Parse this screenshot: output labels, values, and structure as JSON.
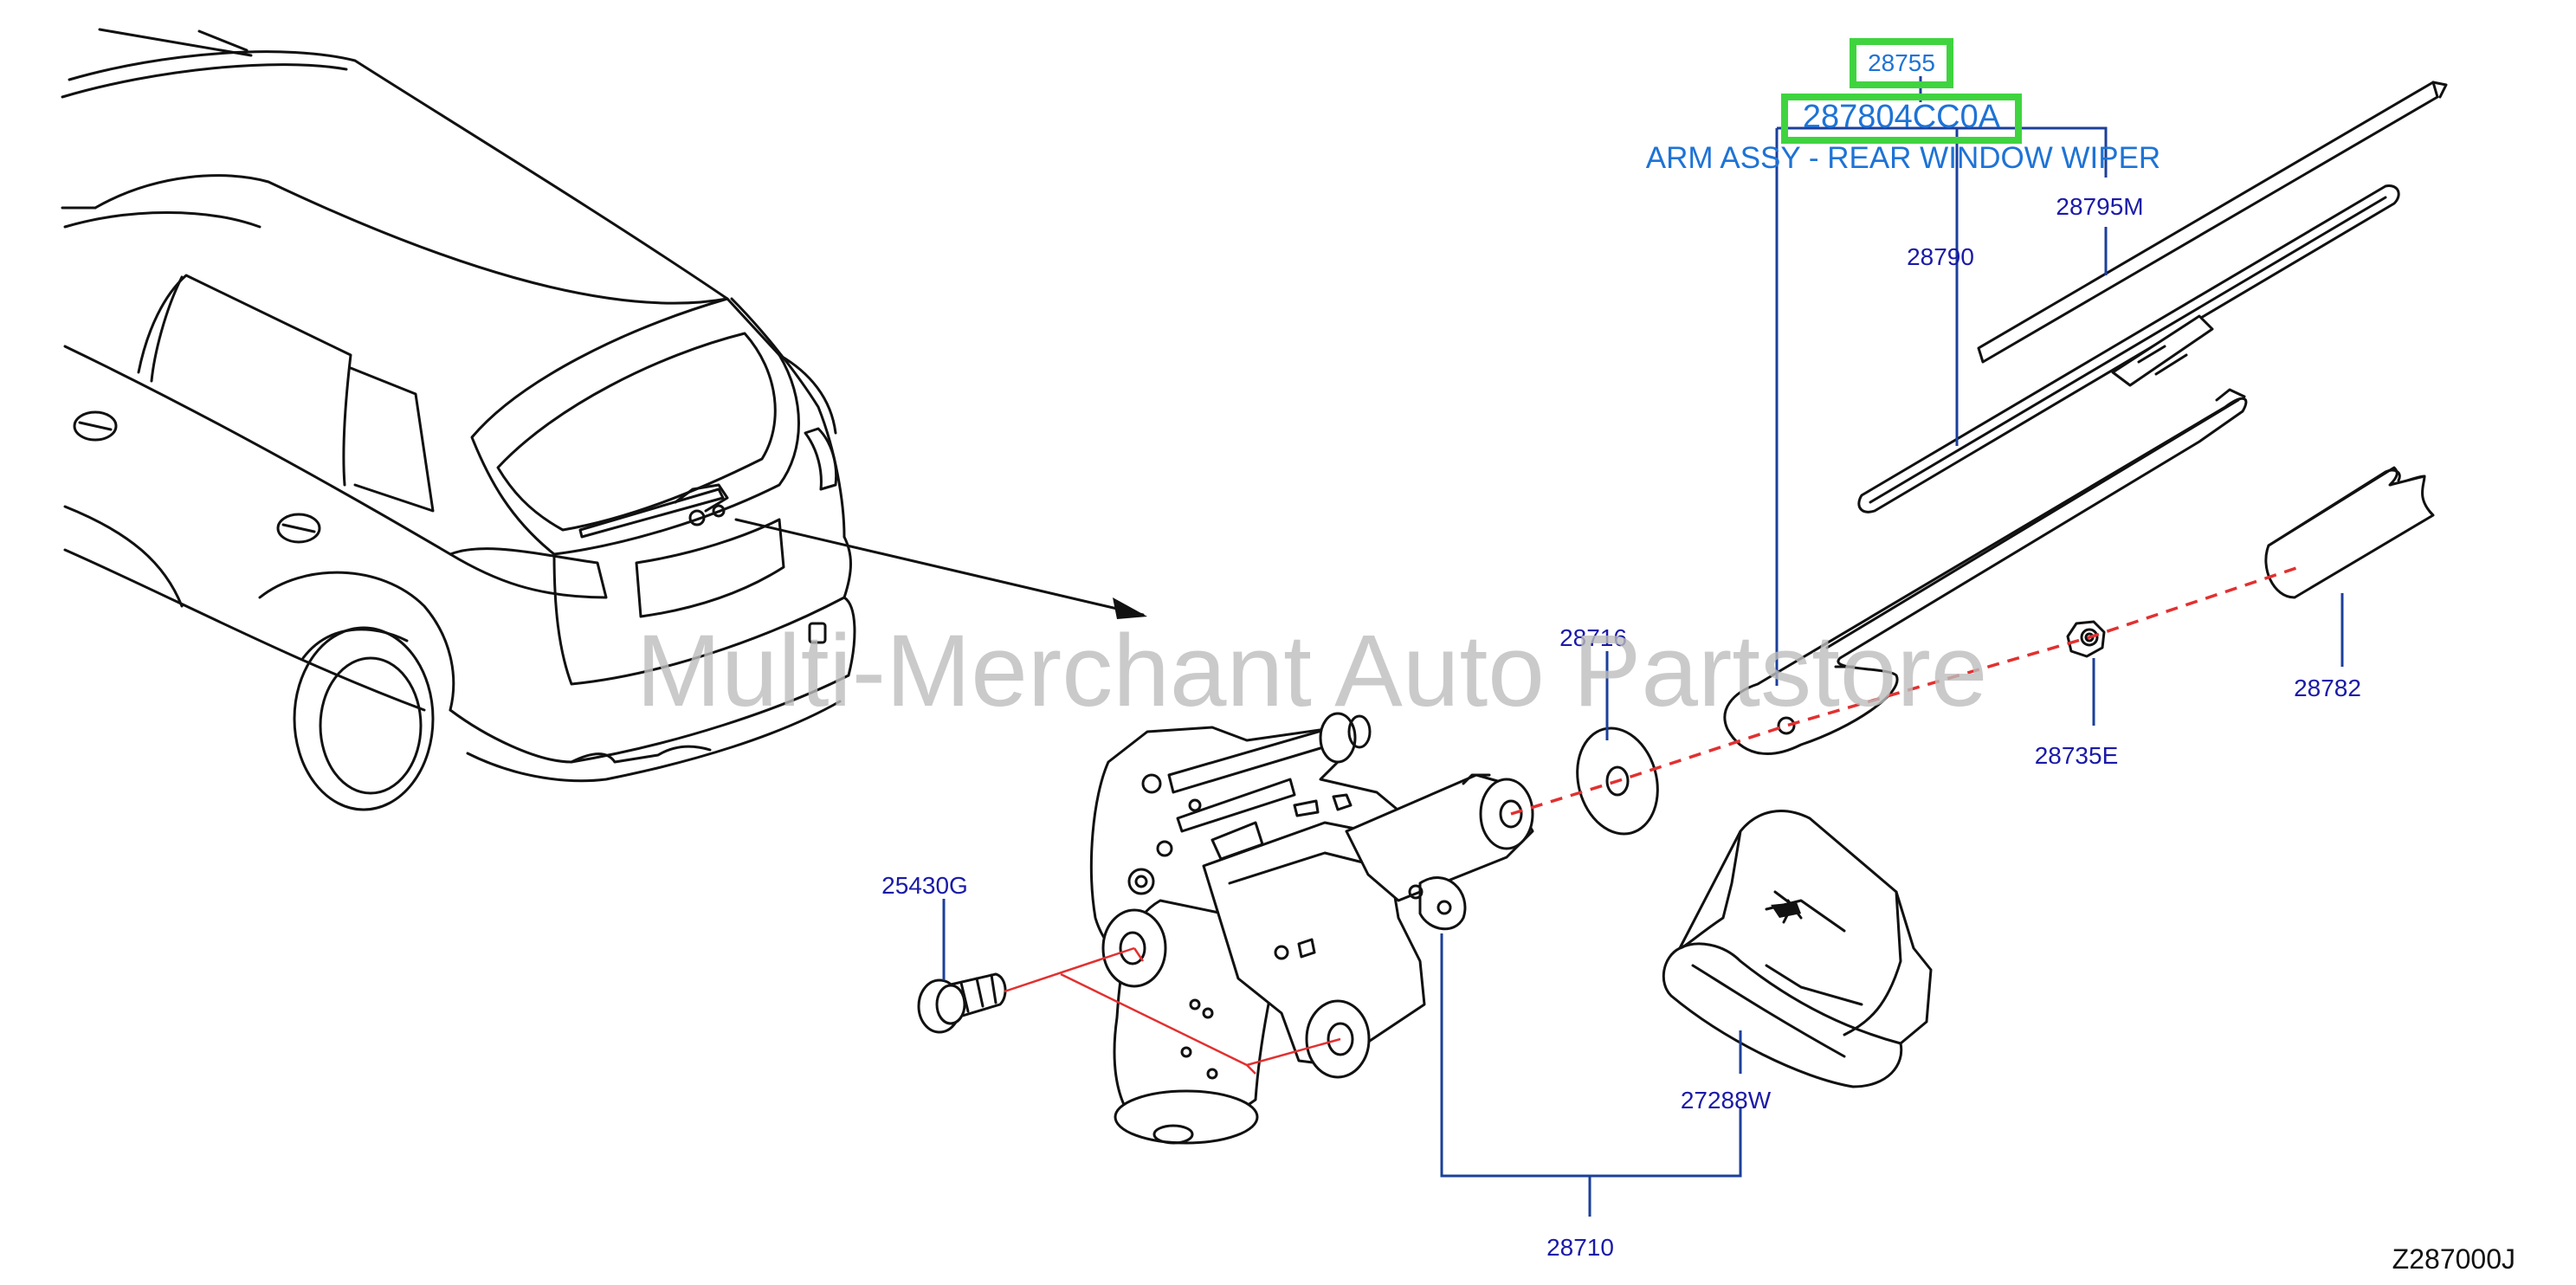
{
  "highlight": {
    "part_no": "28755",
    "part_number_full": "287804CC0A",
    "part_name": "ARM ASSY - REAR WINDOW WIPER"
  },
  "labels": {
    "l_28795M": "28795M",
    "l_28790": "28790",
    "l_28716": "28716",
    "l_28782": "28782",
    "l_28735E": "28735E",
    "l_25430G": "25430G",
    "l_27288W": "27288W",
    "l_28710": "28710"
  },
  "diagram_code": "Z287000J",
  "watermark": "Multi-Merchant Auto Partstore",
  "colors": {
    "label_blue": "#1a1aa8",
    "highlight_blue": "#1e73d6",
    "highlight_box": "#3fd43f",
    "leader_line": "#1b3f9a",
    "dashed_axis": "#e23030"
  }
}
